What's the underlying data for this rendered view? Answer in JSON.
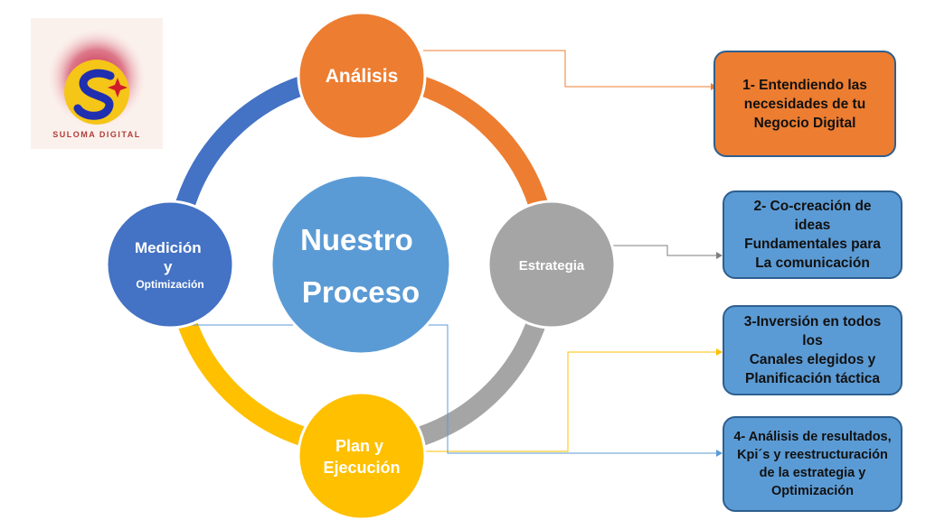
{
  "logo": {
    "text": "SULOMA DIGITAL",
    "icon": "suloma-logo-icon",
    "colors": {
      "sun": "#f5c518",
      "glow": "#c4163a",
      "letter": "#1f2fb0",
      "star": "#d11c2a"
    }
  },
  "center": {
    "lines": [
      "Nuestro",
      "Proceso"
    ],
    "color": "#5b9bd5"
  },
  "nodes": {
    "analisis": {
      "label": "Análisis",
      "color": "#ed7d31"
    },
    "estrategia": {
      "label": "Estrategia",
      "color": "#a5a5a5"
    },
    "plan": {
      "lines": [
        "Plan y",
        "Ejecución"
      ],
      "color": "#ffc000"
    },
    "medicion": {
      "lines": [
        "Medición",
        "y",
        "Optimización"
      ],
      "color": "#4472c4"
    }
  },
  "ring_colors": {
    "top_right": "#ed7d31",
    "bottom_right": "#a5a5a5",
    "bottom_left": "#ffc000",
    "top_left": "#4472c4"
  },
  "boxes": [
    {
      "lines": [
        "1- Entendiendo las",
        "necesidades de tu",
        "Negocio Digital"
      ],
      "color": "#ed7d31"
    },
    {
      "lines": [
        "2- Co-creación de",
        "ideas",
        "Fundamentales para",
        "La comunicación"
      ],
      "color": "#5b9bd5"
    },
    {
      "lines": [
        "3-Inversión en todos",
        "los",
        "Canales elegidos y",
        "Planificación táctica"
      ],
      "color": "#5b9bd5"
    },
    {
      "lines": [
        "4- Análisis de resultados,",
        "Kpi´s y reestructuración",
        "de la estrategia y",
        "Optimización"
      ],
      "color": "#5b9bd5"
    }
  ]
}
